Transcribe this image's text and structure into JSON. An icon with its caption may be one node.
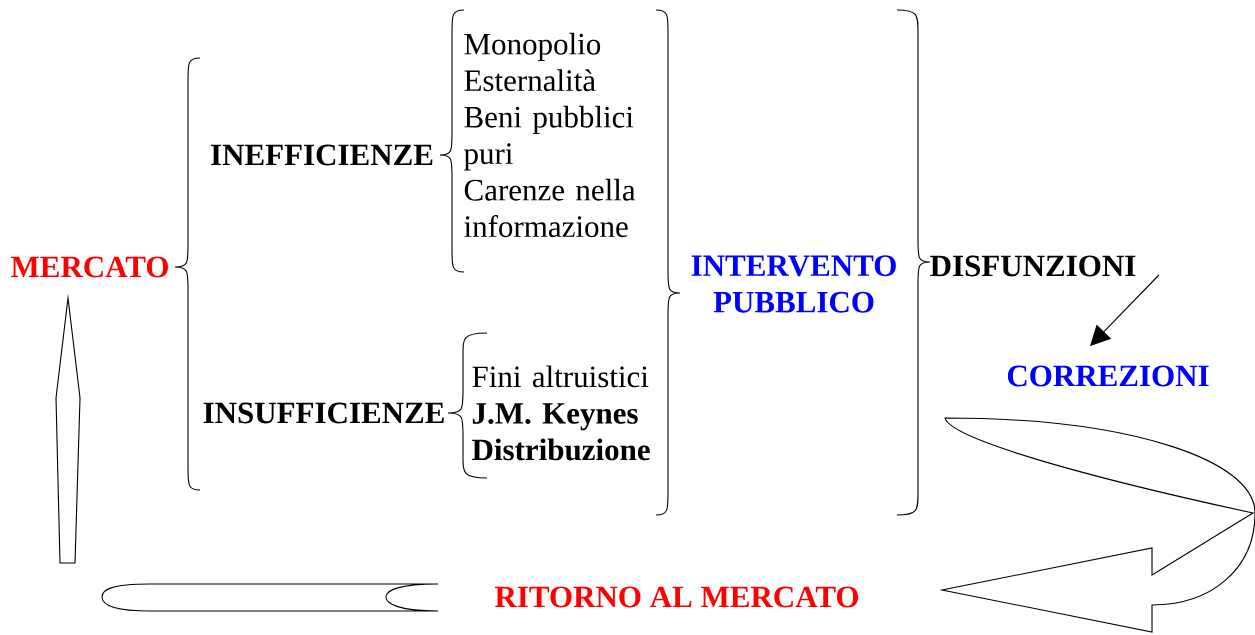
{
  "diagram": {
    "nodes": [
      {
        "text": [
          "MERCATO"
        ]
      },
      {
        "text": [
          "INEFFICIENZE"
        ]
      },
      {
        "text": [
          "Monopolio",
          "Esternalità",
          "Beni pubblici puri",
          "Carenze nella informazione"
        ]
      },
      {
        "text": [
          "INSUFFICIENZE"
        ]
      },
      {
        "text": [
          "Fini altruistici",
          "J.M. Keynes",
          "Distribuzione"
        ]
      },
      {
        "text": [
          "INTERVENTO PUBBLICO"
        ]
      },
      {
        "text": [
          "DISFUNZIONI"
        ]
      },
      {
        "text": [
          "CORREZIONI"
        ]
      },
      {
        "text": [
          "RITORNO AL MERCATO"
        ]
      }
    ],
    "edges": [
      {
        "from": 6,
        "to": 7,
        "arrow": "to"
      },
      {
        "from": 7,
        "to": 8,
        "arrow": "to"
      },
      {
        "from": null,
        "to": 0,
        "arrow": "to"
      }
    ]
  }
}
